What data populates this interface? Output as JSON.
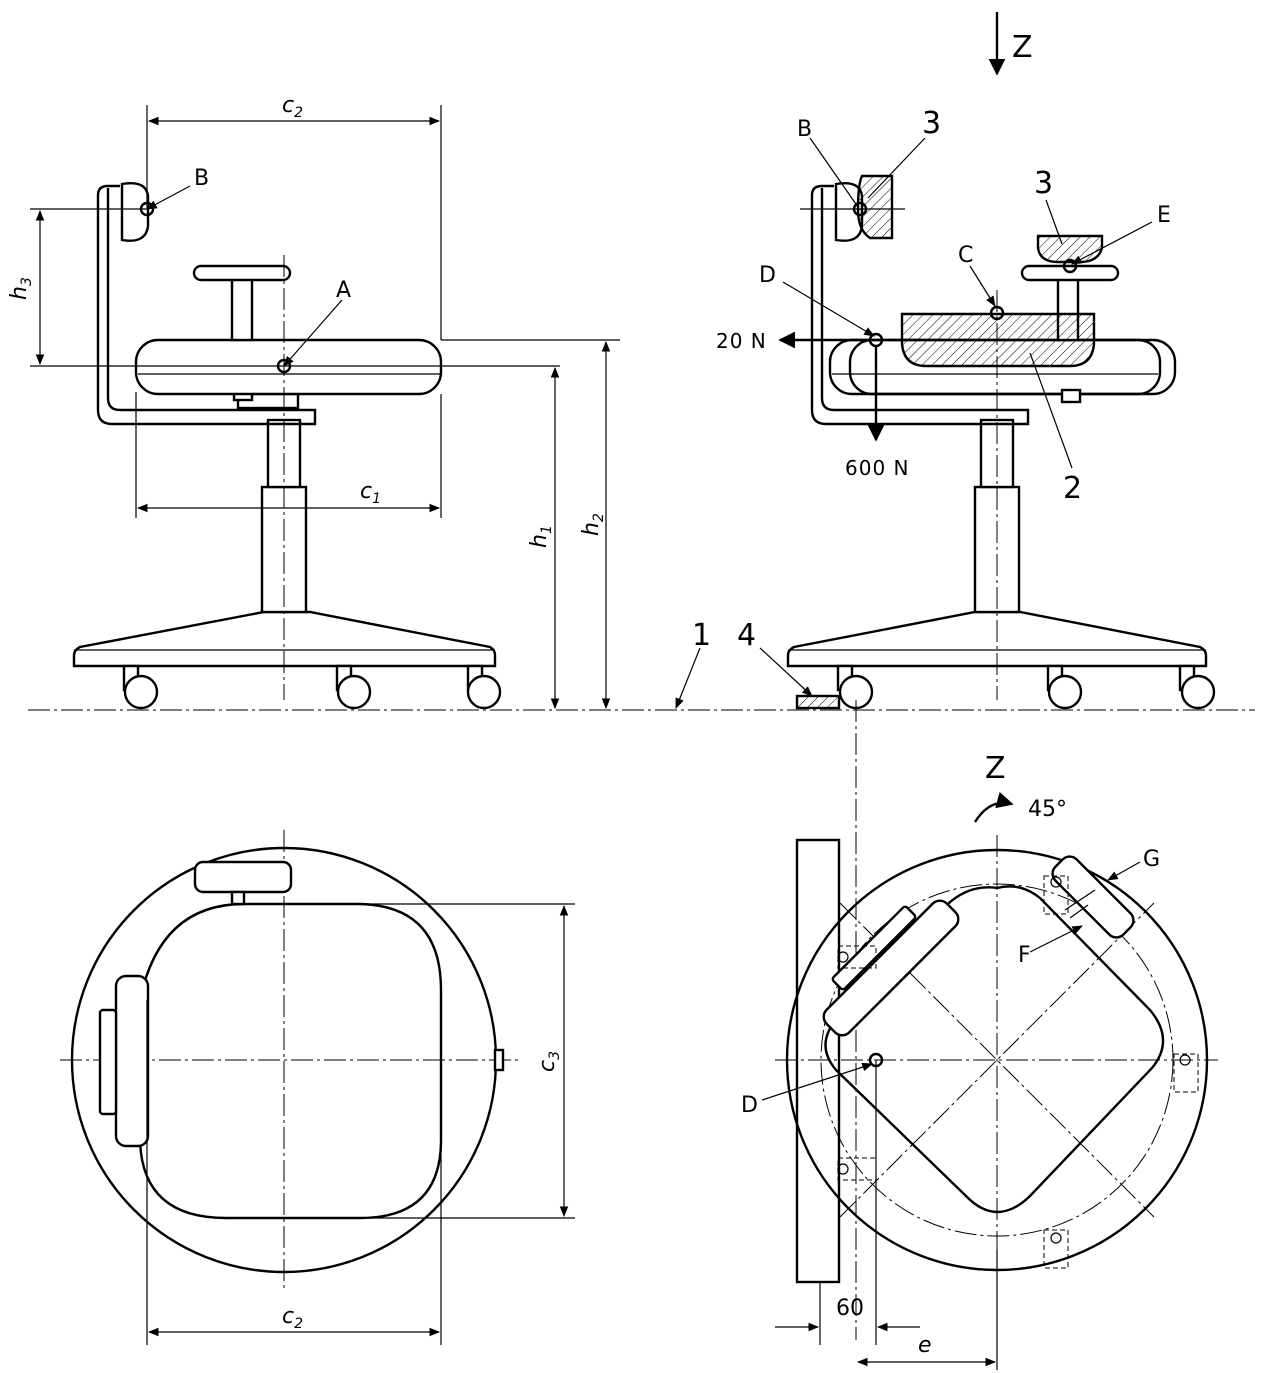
{
  "labels": {
    "A": "A",
    "B": "B",
    "C": "C",
    "D": "D",
    "E": "E",
    "F": "F",
    "G": "G",
    "n1": "1",
    "n2": "2",
    "n3": "3",
    "n4": "4"
  },
  "view_z": "Z",
  "dimensions": {
    "c": "c",
    "h": "h",
    "e": "e",
    "sub1": "1",
    "sub2": "2",
    "sub3": "3",
    "sixty": "60"
  },
  "forces": {
    "horizontal": "20 N",
    "vertical": "600 N"
  },
  "rotation": "45°"
}
